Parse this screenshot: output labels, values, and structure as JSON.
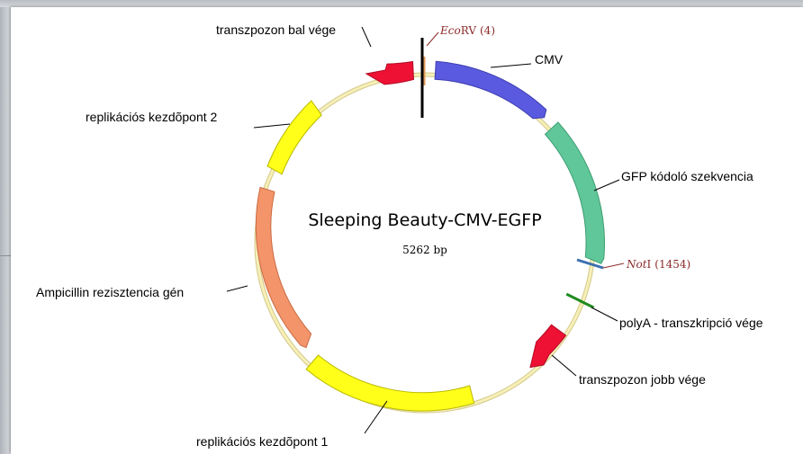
{
  "plasmid": {
    "name": "Sleeping Beauty-CMV-EGFP",
    "size": "5262 bp"
  },
  "features": [
    {
      "label": "CMV",
      "color": "#5a5ae0",
      "direction": "clockwise"
    },
    {
      "label": "GFP kódoló szekvencia",
      "color": "#5fc79a",
      "direction": "clockwise"
    },
    {
      "label": "polyA - transzkripció vége",
      "color": "#1f8a1f",
      "direction": "none"
    },
    {
      "label": "transzpozon jobb vége",
      "color": "#ee1133",
      "direction": "counterclockwise"
    },
    {
      "label": "replikációs kezdõpont 1",
      "color": "#ffff1a",
      "direction": "none"
    },
    {
      "label": "Ampicillin rezisztencia gén",
      "color": "#f4946a",
      "direction": "counterclockwise"
    },
    {
      "label": "replikációs kezdõpont 2",
      "color": "#ffff1a",
      "direction": "none"
    },
    {
      "label": "transzpozon bal vége",
      "color": "#ee1133",
      "direction": "counterclockwise"
    }
  ],
  "sites": [
    {
      "enzyme": "Eco",
      "suffix": "RV",
      "position": "(4)",
      "color": "#e09a5a"
    },
    {
      "enzyme": "Not",
      "suffix": "I",
      "position": "(1454)",
      "color": "#3c6fb0"
    }
  ],
  "colors": {
    "backbone": "#f6efb8",
    "backbone_outline": "#d4c98a",
    "origin_marker": "#000000"
  }
}
